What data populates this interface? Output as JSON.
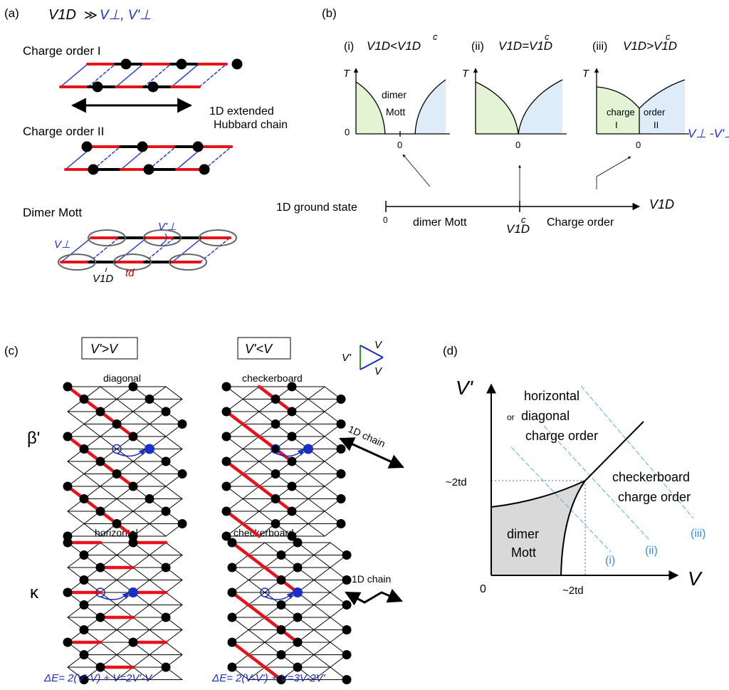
{
  "colors": {
    "red": "#e8121b",
    "blue": "#1a2fc4",
    "light_blue": "#5aaee0",
    "green_fill": "#e4f3d4",
    "blue_fill": "#deebf8",
    "gray_fill": "#d9d9d9",
    "black": "#000000"
  },
  "panel_a": {
    "label": "(a)",
    "header": {
      "v1d": "V1D",
      "rel": "≫",
      "vperp": "V⊥, V'⊥"
    },
    "co1": "Charge order I",
    "co2": "Charge order II",
    "chain_line1": "1D  extended",
    "chain_line2": "Hubbard chain",
    "dimer_mott": "Dimer Mott",
    "v_perp": "V⊥",
    "v_perp_prime": "V'⊥",
    "v1d": "V1D",
    "td": "td"
  },
  "panel_b": {
    "label": "(b)",
    "cases": [
      {
        "num": "(i)",
        "cond": "V1D<V1D",
        "sup": "c"
      },
      {
        "num": "(ii)",
        "cond": "V1D=V1D",
        "sup": "c"
      },
      {
        "num": "(iii)",
        "cond": "V1D>V1D",
        "sup": "c"
      }
    ],
    "t_axis": "T",
    "zero": "0",
    "dimer": "dimer",
    "mott": "Mott",
    "charge": "charge",
    "order": "order",
    "roman1": "I",
    "roman2": "II",
    "x_axis": "V⊥ -V'⊥",
    "ground_state": "1D  ground state",
    "gs_zero": "0",
    "gs_dimer": "dimer Mott",
    "gs_critical": "V1D",
    "gs_critical_sup": "c",
    "gs_charge_order": "Charge order",
    "gs_axis": "V1D"
  },
  "panel_c": {
    "label": "(c)",
    "col1_head": "V'>V",
    "col2_head": "V'<V",
    "legend_vp": "V'",
    "legend_v1": "V",
    "legend_v2": "V",
    "beta": "β'",
    "kappa": "κ",
    "diagonal": "diagonal",
    "checker1": "checkerboard",
    "horizontal": "horizontal",
    "checker2": "checkerboard",
    "chain1": "1D chain",
    "chain2": "1D chain",
    "de1": "ΔE= 2(V'-V) + V=2V'-V",
    "de2": "ΔE= 2(V-V') + V=3V-2V'"
  },
  "panel_d": {
    "label": "(d)",
    "y_axis": "V'",
    "x_axis": "V",
    "origin": "0",
    "tick_y": "~2td",
    "tick_x": "~2td",
    "horizontal": "horizontal",
    "or": "or",
    "diagonal": "diagonal",
    "charge_order": "charge order",
    "checkerboard": "checkerboard",
    "charge_order2": "charge order",
    "dimer": "dimer",
    "mott": "Mott",
    "case_i": "(i)",
    "case_ii": "(ii)",
    "case_iii": "(iii)"
  }
}
